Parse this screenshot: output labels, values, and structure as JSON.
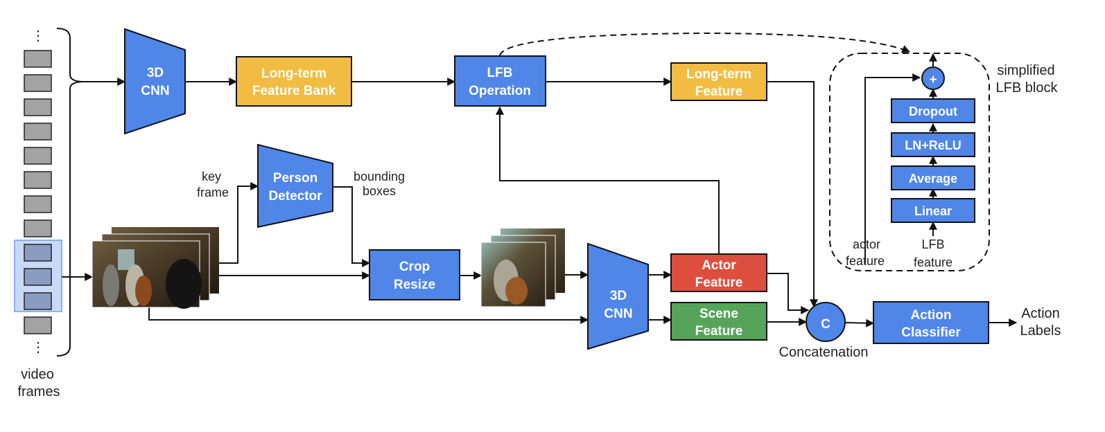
{
  "colors": {
    "blue": "#4f86e8",
    "yellow": "#f2bc42",
    "red": "#de4e3f",
    "green": "#55a45a",
    "frame_gray": "#a3a3a3",
    "frame_selected": "#8a9cc0",
    "selection_highlight": "#c9daf8"
  },
  "frames": {
    "ellipsis_top": "⋮",
    "ellipsis_bottom": "⋮",
    "label_line1": "video",
    "label_line2": "frames"
  },
  "nodes": {
    "cnn_top": {
      "line1": "3D",
      "line2": "CNN"
    },
    "lfb": {
      "line1": "Long-term",
      "line2": "Feature Bank"
    },
    "lfb_op": {
      "line1": "LFB",
      "line2": "Operation"
    },
    "lt_feature": {
      "line1": "Long-term",
      "line2": "Feature"
    },
    "person_detector": {
      "line1": "Person",
      "line2": "Detector"
    },
    "crop_resize": {
      "line1": "Crop",
      "line2": "Resize"
    },
    "cnn_bottom": {
      "line1": "3D",
      "line2": "CNN"
    },
    "actor_feature": {
      "line1": "Actor",
      "line2": "Feature"
    },
    "scene_feature": {
      "line1": "Scene",
      "line2": "Feature"
    },
    "concat": {
      "symbol": "C",
      "label": "Concatenation"
    },
    "action_classifier": {
      "line1": "Action",
      "line2": "Classifier"
    }
  },
  "edge_labels": {
    "key_frame": {
      "line1": "key",
      "line2": "frame"
    },
    "bounding_boxes": {
      "line1": "bounding",
      "line2": "boxes"
    },
    "action_labels": {
      "line1": "Action",
      "line2": "Labels"
    }
  },
  "lfb_block": {
    "title_line1": "simplified",
    "title_line2": "LFB block",
    "plus_symbol": "+",
    "layers": [
      "Dropout",
      "LN+ReLU",
      "Average",
      "Linear"
    ],
    "actor_input": {
      "line1": "actor",
      "line2": "feature"
    },
    "lfb_input": {
      "line1": "LFB",
      "line2": "feature"
    }
  }
}
